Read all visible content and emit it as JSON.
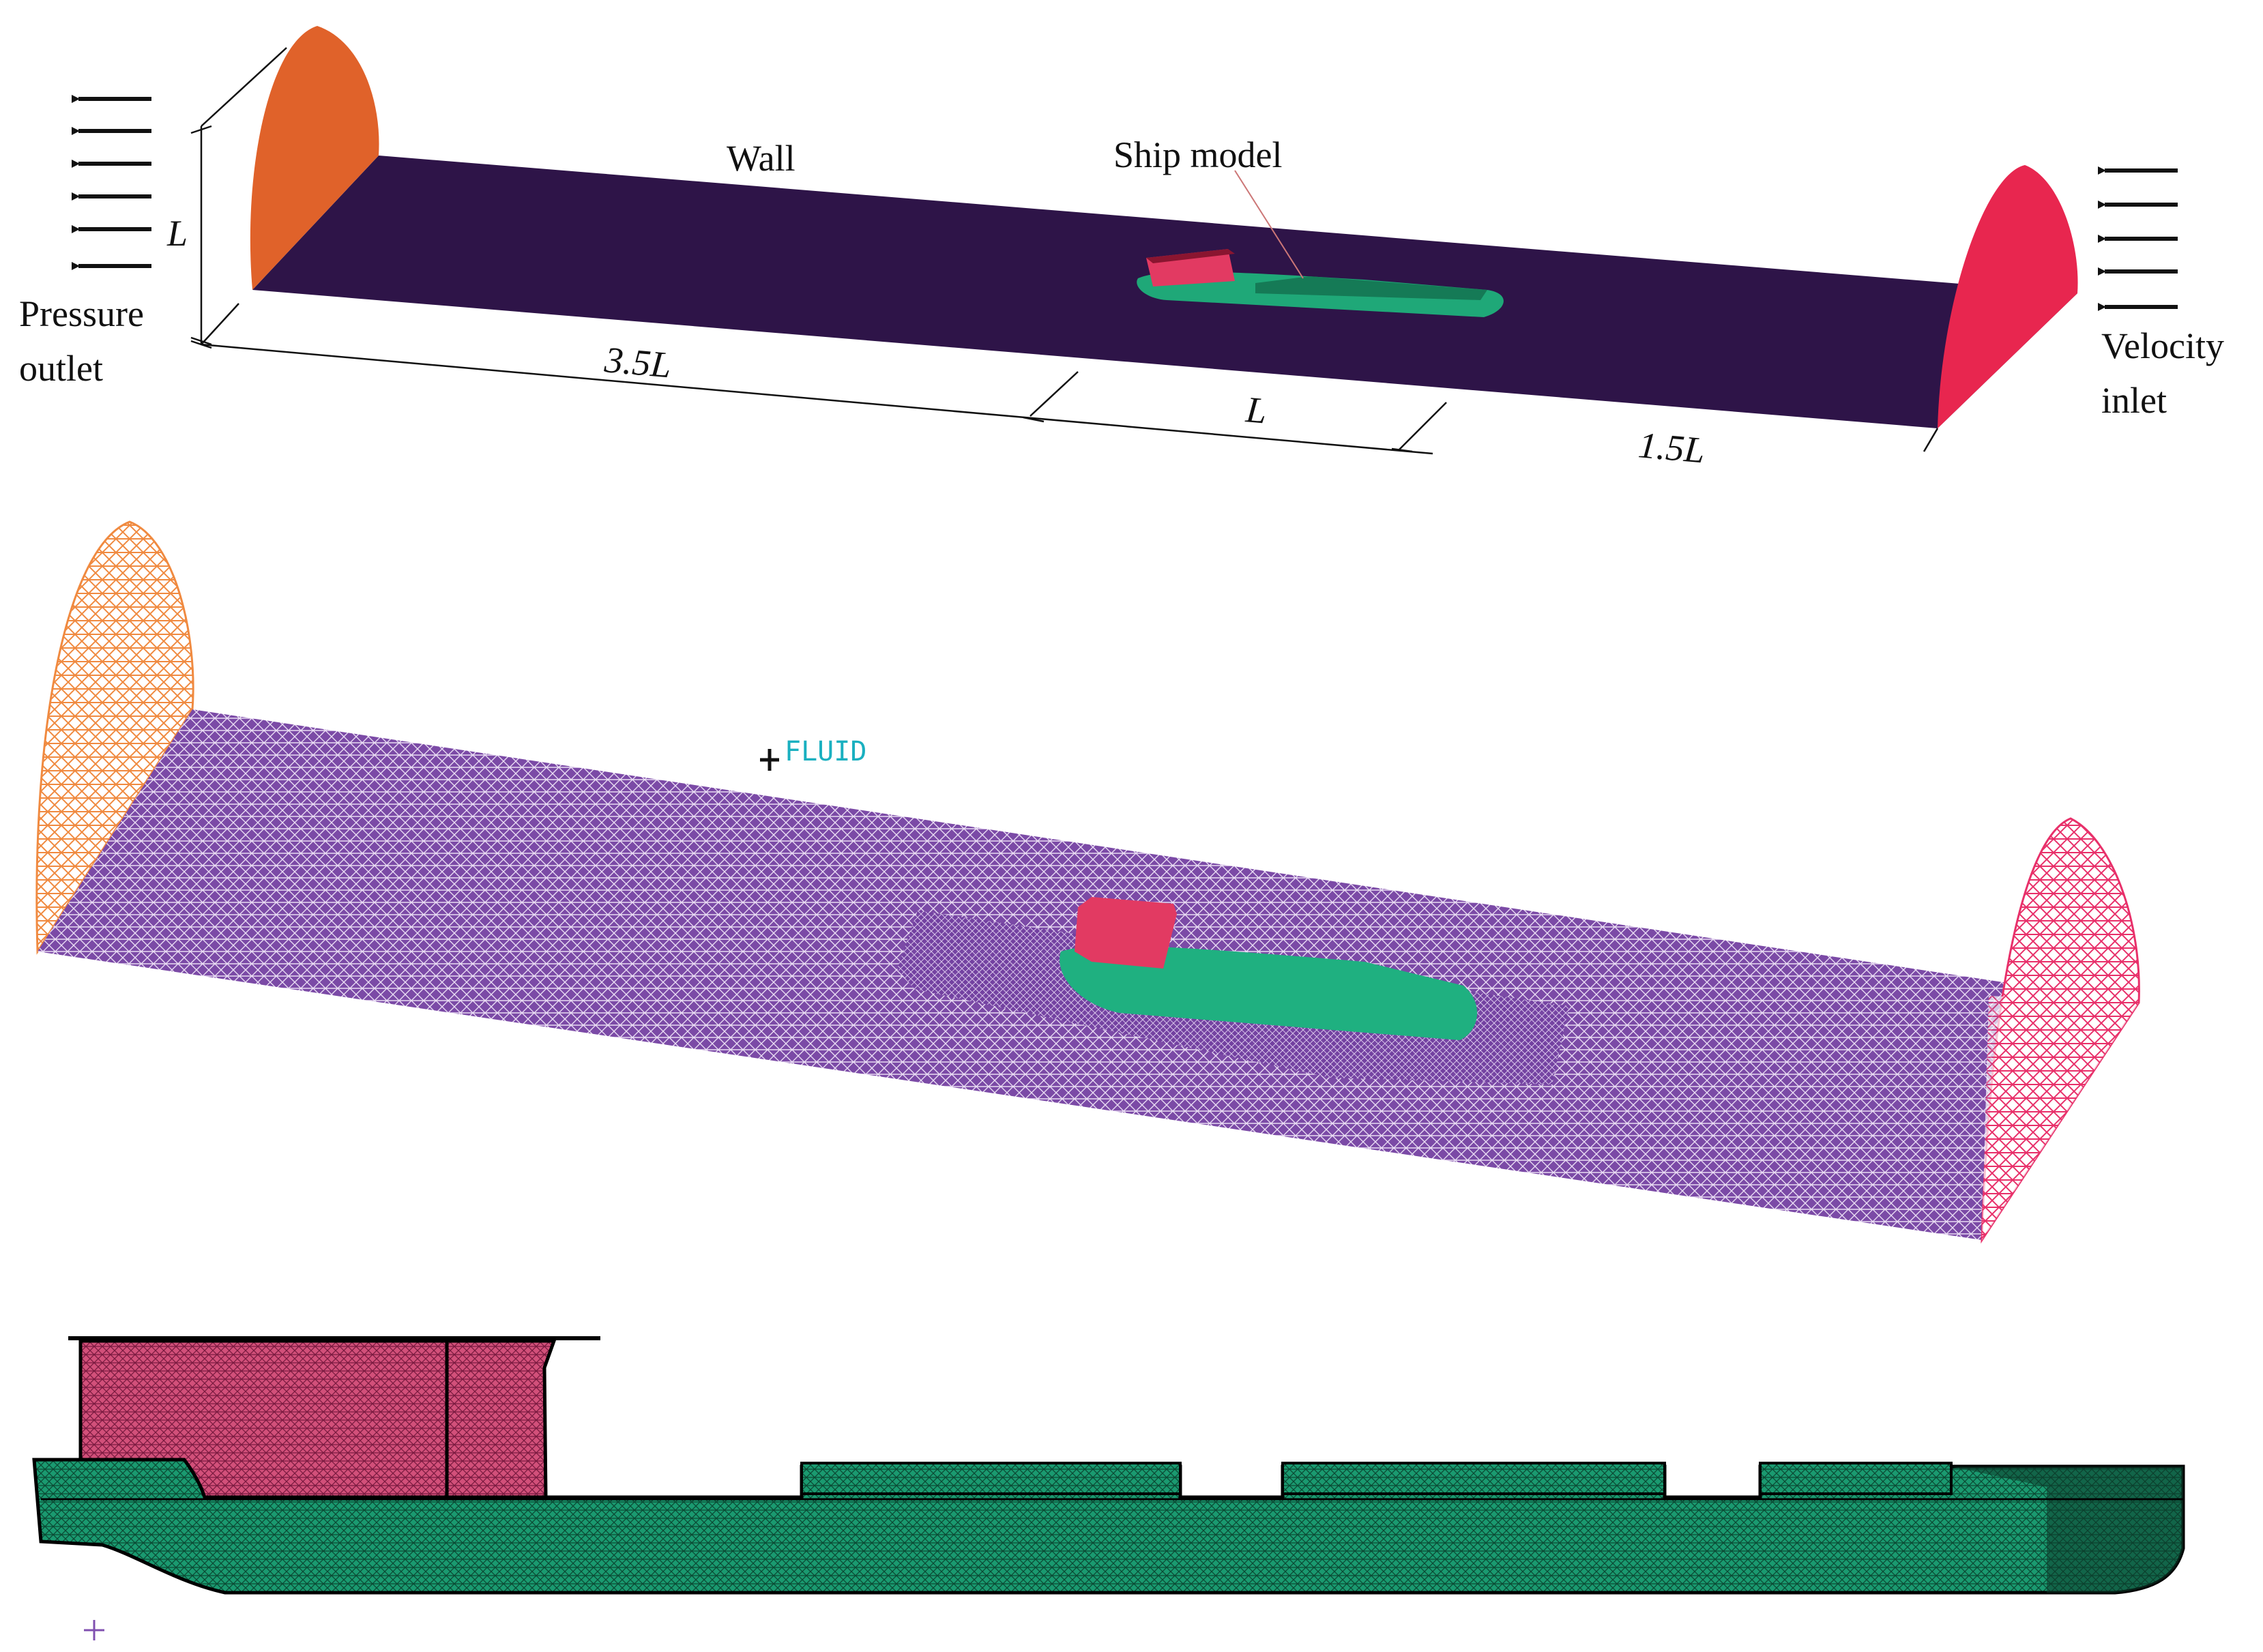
{
  "top_panel": {
    "labels": {
      "wall": "Wall",
      "ship_model": "Ship model",
      "pressure": "Pressure",
      "outlet": "outlet",
      "velocity": "Velocity",
      "inlet": "inlet"
    },
    "dimensions": {
      "height": "L",
      "upstream": "3.5L",
      "ship_length": "L",
      "downstream": "1.5L"
    }
  },
  "mesh_panel": {
    "fluid_label": "FLUID"
  },
  "colors": {
    "outlet_face": "#e0622a",
    "inlet_face": "#e8264f",
    "wall_floor": "#2e1448",
    "hull": "#1fa878",
    "superstructure": "#e23a62",
    "mesh_floor": "#7b4aa6",
    "mesh_outlet": "#f08a40",
    "mesh_inlet": "#e8306a",
    "mesh_hull": "#0e6e4e",
    "mesh_superstructure": "#b83a62"
  }
}
